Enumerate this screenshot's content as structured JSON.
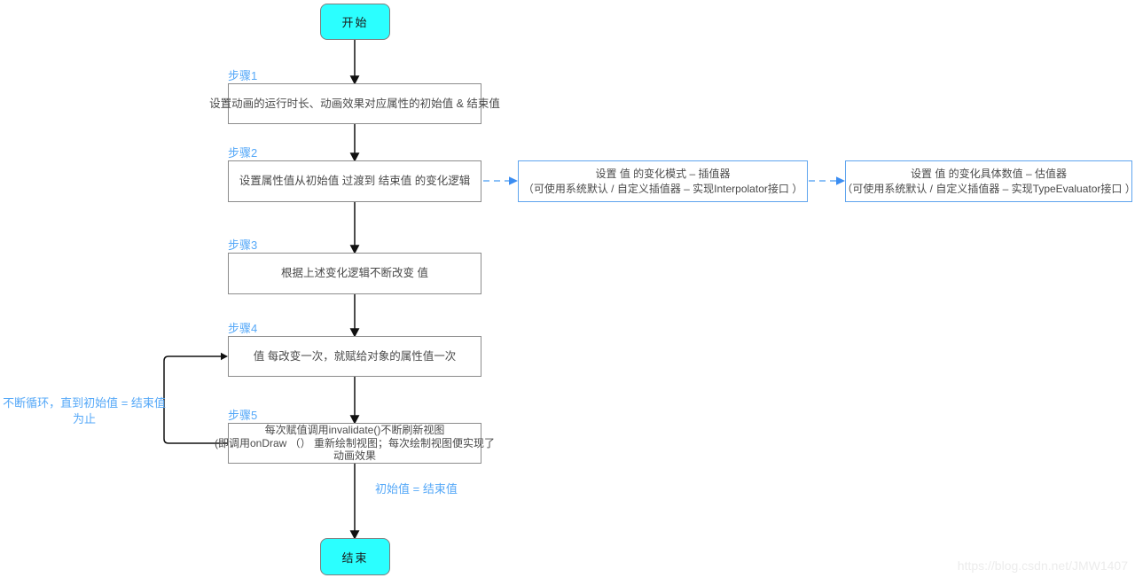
{
  "flowchart": {
    "start": {
      "label": "开始"
    },
    "end": {
      "label": "结束"
    },
    "steps": [
      {
        "label": "步骤1",
        "lines": [
          "设置动画的运行时长、动画效果对应属性的初始值 & 结束值"
        ]
      },
      {
        "label": "步骤2",
        "lines": [
          "设置属性值从初始值 过渡到 结束值 的变化逻辑"
        ]
      },
      {
        "label": "步骤3",
        "lines": [
          "根据上述变化逻辑不断改变 值"
        ]
      },
      {
        "label": "步骤4",
        "lines": [
          "值 每改变一次，就赋给对象的属性值一次"
        ]
      },
      {
        "label": "步骤5",
        "lines": [
          "每次赋值调用invalidate()不断刷新视图",
          "(即调用onDraw （） 重新绘制视图；每次绘制视图便实现了",
          "动画效果"
        ]
      }
    ],
    "side_boxes": [
      {
        "lines": [
          "设置 值 的变化模式 – 插值器",
          "（可使用系统默认 / 自定义插值器 – 实现Interpolator接口 ）"
        ]
      },
      {
        "lines": [
          "设置 值 的变化具体数值 – 估值器",
          "（可使用系统默认 / 自定义插值器 – 实现TypeEvaluator接口 ）"
        ]
      }
    ],
    "annotations": {
      "loop_note_line1": "不断循环，直到初始值 = 结束值",
      "loop_note_line2": "为止",
      "end_condition": "初始值 = 结束值"
    },
    "watermark": "https://blog.csdn.net/JMW1407"
  },
  "colors": {
    "terminal_fill": "#2bffff",
    "terminal_border": "#7d7d7d",
    "step_box_border": "#8c8c8c",
    "step_label_blue": "#55a8f8",
    "side_box_border": "#5ea4ee",
    "dashed_arrow": "#8bc0f7",
    "dashed_arrowhead": "#3b8df2",
    "solid_arrow": "#111111",
    "watermark_gray": "#ececec"
  }
}
